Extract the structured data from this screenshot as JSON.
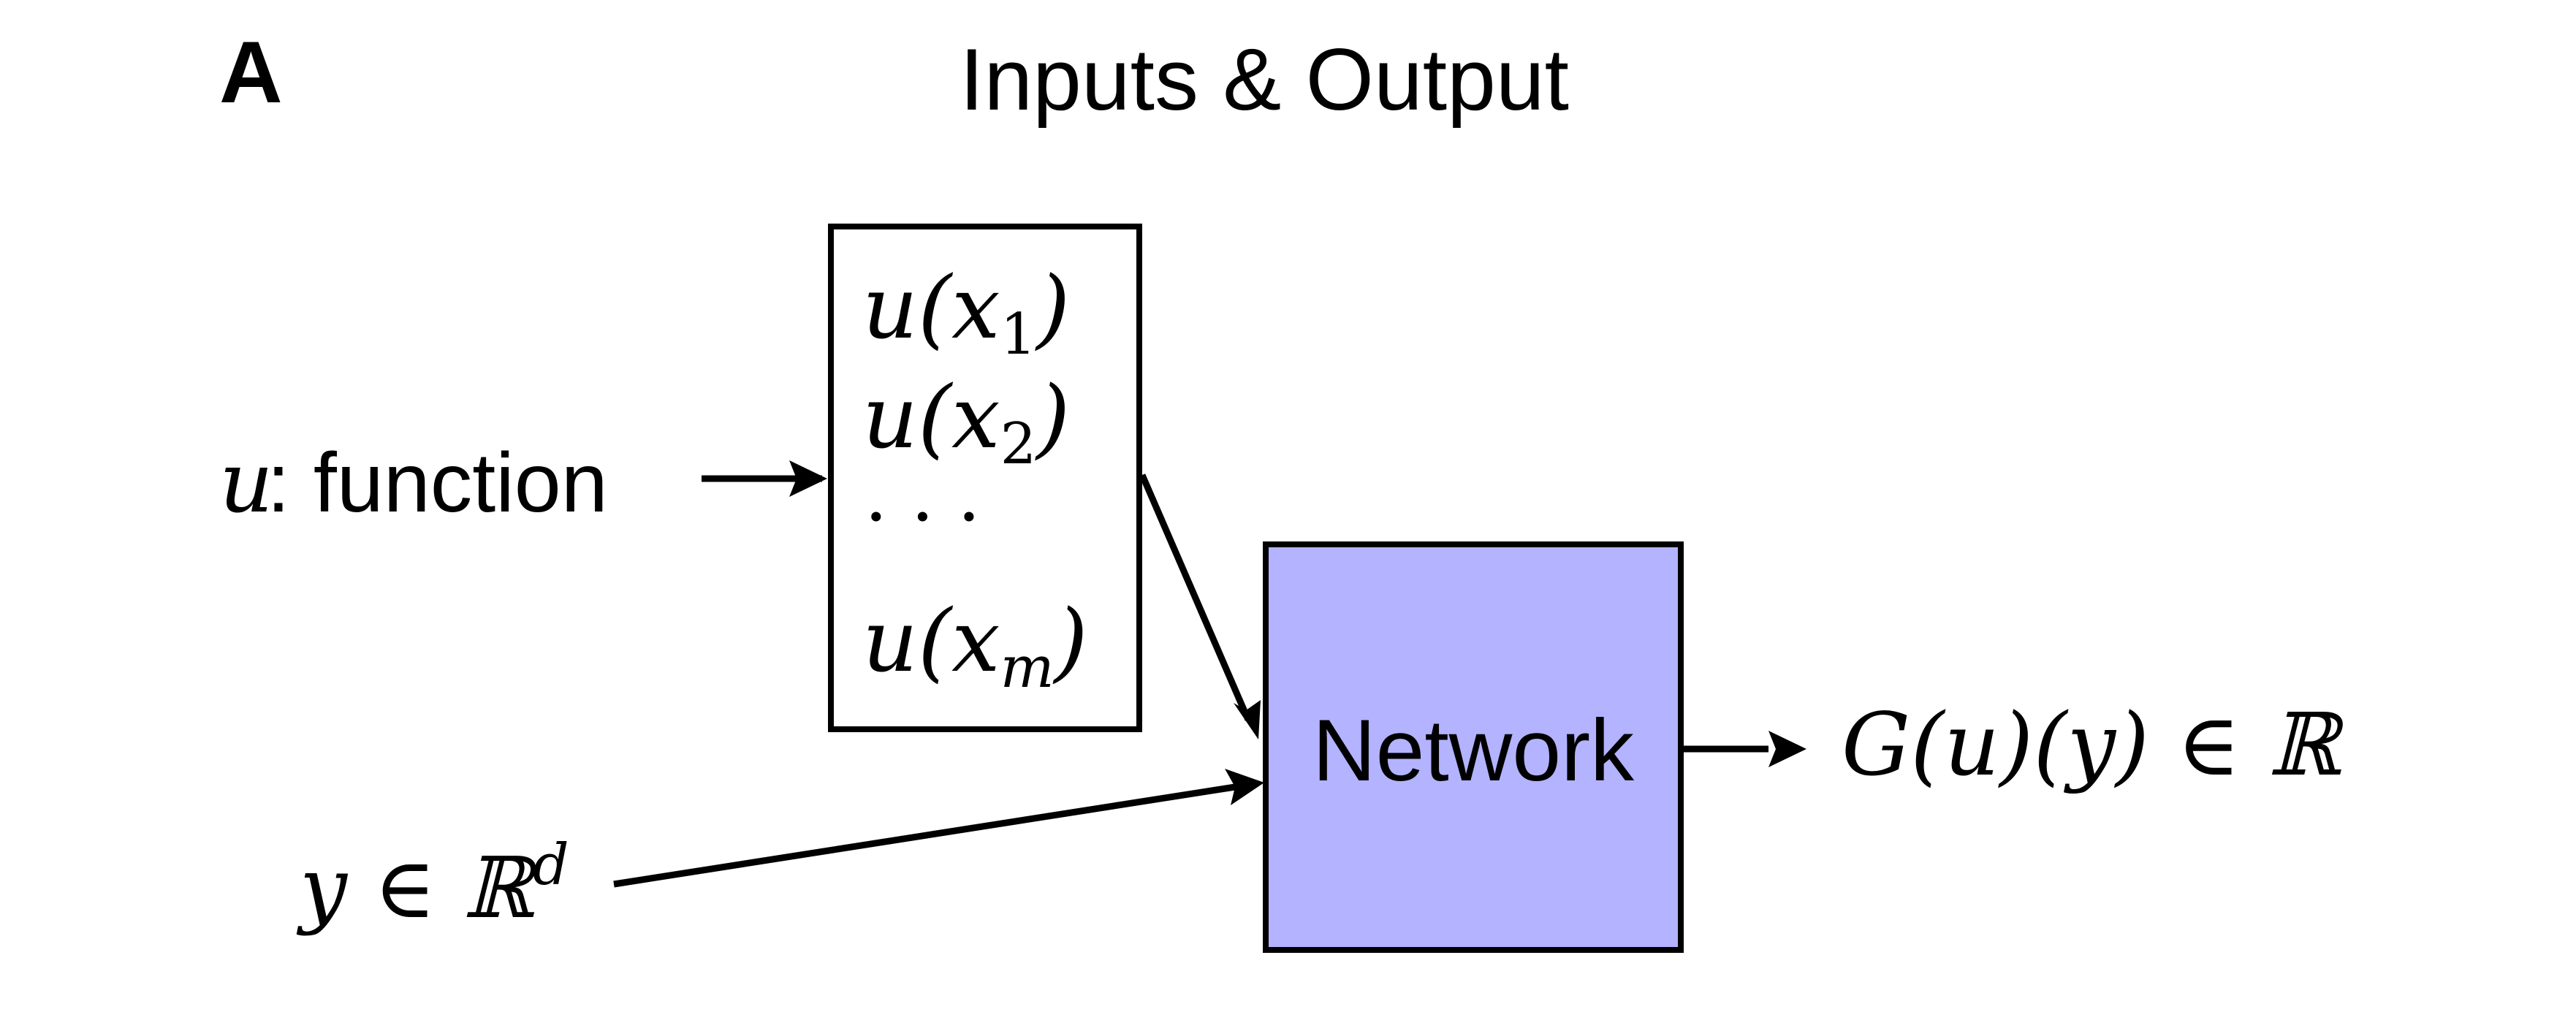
{
  "panel_label": "A",
  "title": "Inputs & Output",
  "function_input": {
    "symbol": "u",
    "label": ": function"
  },
  "sensor_box": {
    "samples": [
      {
        "base": "u(x",
        "sub": "1",
        "close": ")"
      },
      {
        "base": "u(x",
        "sub": "2",
        "close": ")"
      }
    ],
    "ellipsis": "· · ·",
    "last_sample": {
      "base": "u(x",
      "sub": "m",
      "close": ")"
    }
  },
  "location_input": {
    "text": "y ∈ ℝ",
    "sup": "d"
  },
  "network": {
    "label": "Network",
    "fill": "#b3b3ff"
  },
  "output": {
    "text": "G(u)(y) ∈ ℝ"
  }
}
